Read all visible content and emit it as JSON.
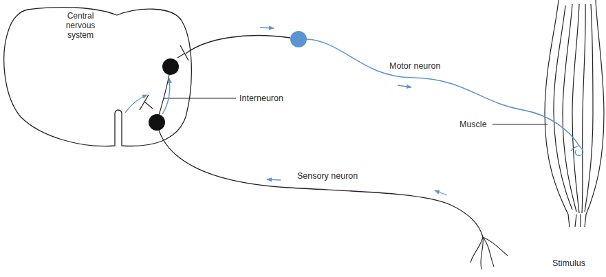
{
  "diagram": {
    "nodes": [
      {
        "text": [
          "Central nervous system"
        ]
      }
    ],
    "labels": [
      "Interneuron",
      "Motor neuron",
      "Muscle",
      "Sensory neuron",
      "Stimulus"
    ]
  }
}
